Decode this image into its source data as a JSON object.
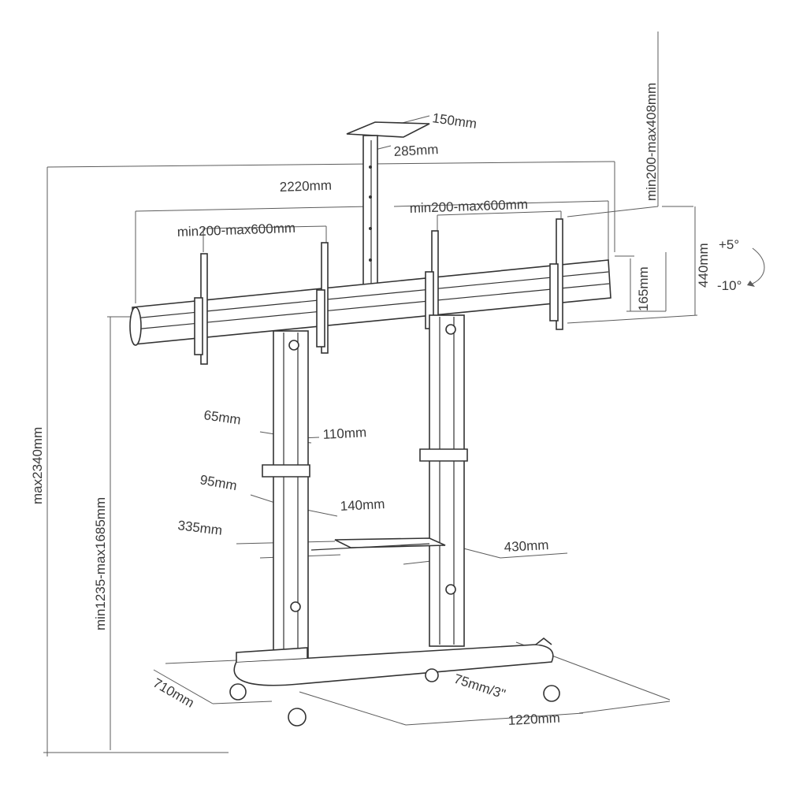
{
  "labels": {
    "top_plate_width": "150mm",
    "top_plate_depth": "285mm",
    "total_width": "2220mm",
    "vesa_left": "min200-max600mm",
    "vesa_right": "min200-max600mm",
    "vesa_right_top": "min200-max408mm",
    "bracket_height": "440mm",
    "beam_height": "165mm",
    "tilt_up": "+5°",
    "tilt_down": "-10°",
    "total_height": "max2340mm",
    "beam_height_range": "min1235-max1685mm",
    "column_inner": "65mm",
    "column_outer": "110mm",
    "shelf_bracket_inner": "95mm",
    "shelf_bracket_outer": "140mm",
    "shelf_depth": "335mm",
    "shelf_width": "430mm",
    "base_depth": "710mm",
    "caster": "75mm/3\"",
    "base_width": "1220mm"
  }
}
